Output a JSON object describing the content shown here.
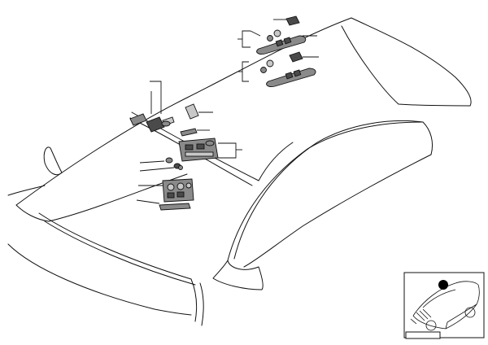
{
  "diagram": {
    "type": "exploded-parts-diagram",
    "subject": "car-roof-interior-lights",
    "parts": [
      {
        "id": "rear-bulb-top"
      },
      {
        "id": "rear-reading-light-left"
      },
      {
        "id": "rear-bulb-lower"
      },
      {
        "id": "rear-reading-light-right"
      },
      {
        "id": "front-courtesy-light"
      },
      {
        "id": "lens-cover"
      },
      {
        "id": "switch-strip"
      },
      {
        "id": "front-interior-light-unit"
      },
      {
        "id": "bulb-pair"
      },
      {
        "id": "overhead-control-panel"
      },
      {
        "id": "trim-strip"
      }
    ],
    "inset": {
      "description": "locator-thumbnail",
      "marker_color": "#000000"
    },
    "colors": {
      "line": "#111111",
      "part_fill": "#8a8a8a",
      "part_dark": "#4a4a4a",
      "part_light": "#c8c8c8",
      "background": "#ffffff"
    }
  }
}
